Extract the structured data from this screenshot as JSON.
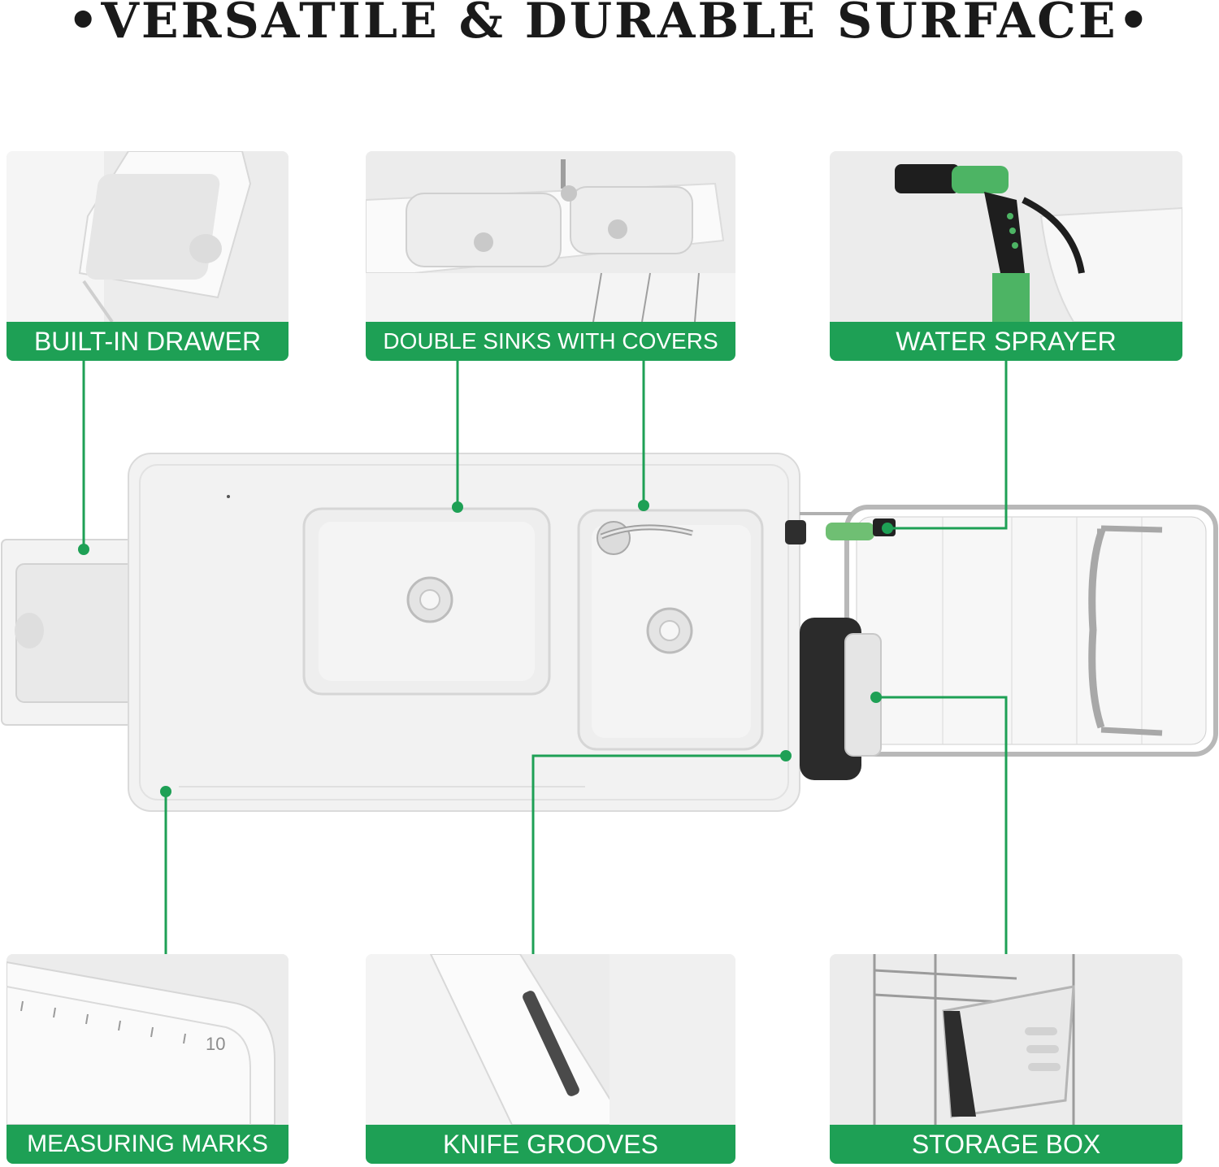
{
  "headline": "•VERSATILE & DURABLE SURFACE•",
  "features": {
    "drawer": "BUILT-IN DRAWER",
    "sinks": "DOUBLE SINKS WITH COVERS",
    "sprayer": "WATER SPRAYER",
    "marks": "MEASURING MARKS",
    "grooves": "KNIFE GROOVES",
    "storage": "STORAGE BOX"
  },
  "colors": {
    "accent": "#1ea055",
    "panel_bg": "#ececec",
    "headline": "#1a1a1a"
  },
  "detail_marks": [
    "10"
  ]
}
